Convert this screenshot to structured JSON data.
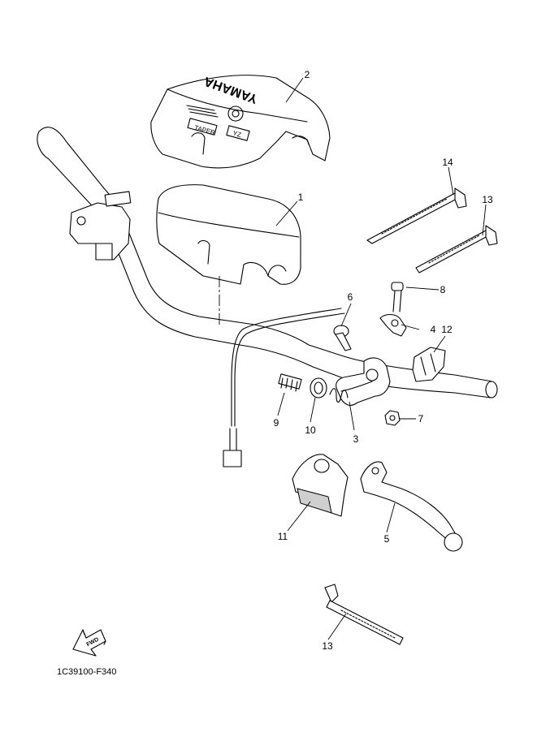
{
  "callouts": {
    "c1": "1",
    "c2": "2",
    "c3": "3",
    "c4": "4",
    "c5": "5",
    "c6": "6",
    "c7": "7",
    "c8": "8",
    "c9": "9",
    "c10": "10",
    "c11": "11",
    "c12": "12",
    "c13a": "13",
    "c13b": "13",
    "c14": "14"
  },
  "brand": {
    "cover_logo": "YAMAHA",
    "badge_left": "TAPER",
    "badge_right": "YZ"
  },
  "fwd_arrow_label": "FWD",
  "diagram_code": "1C39100-F340"
}
